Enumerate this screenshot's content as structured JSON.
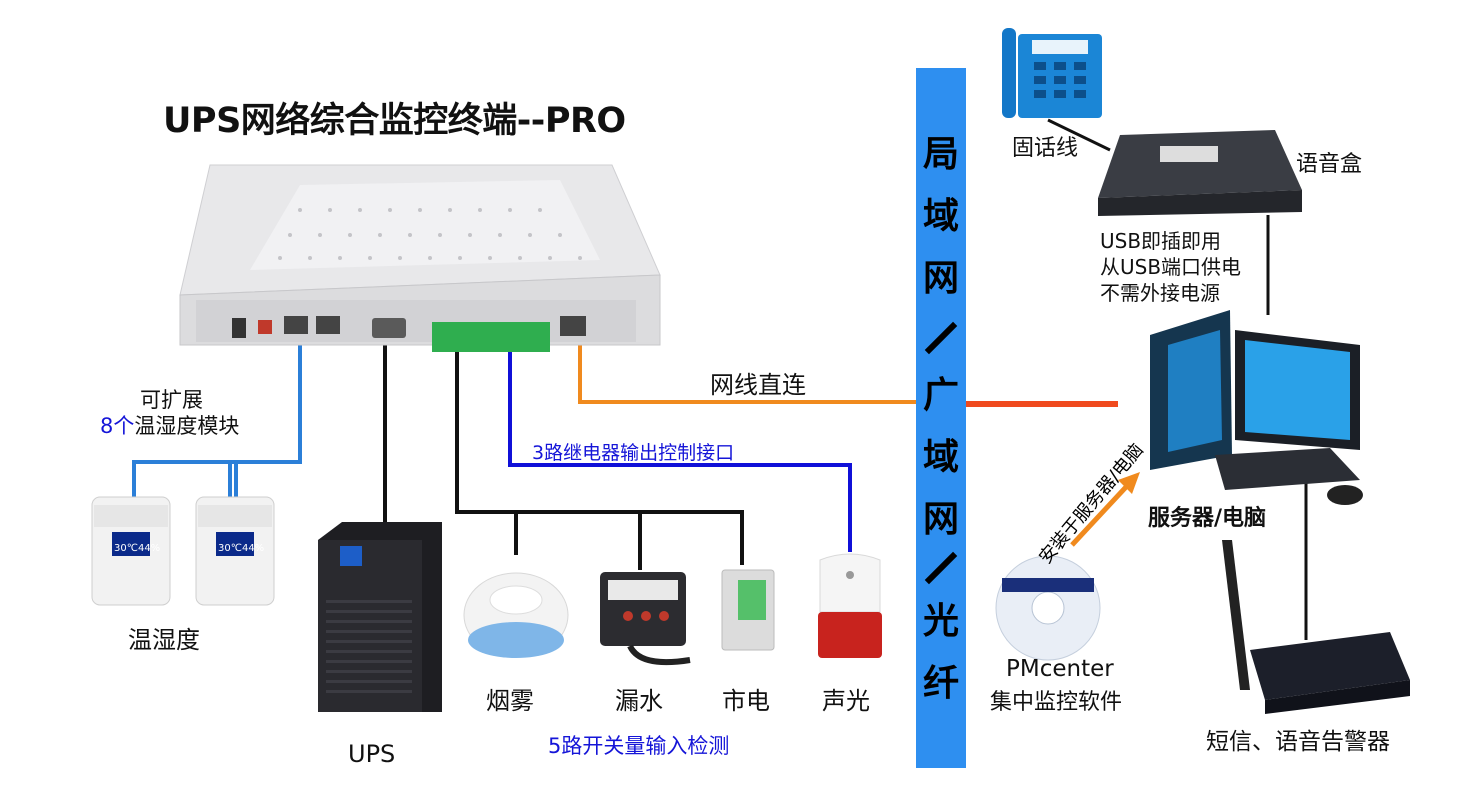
{
  "title": "UPS网络综合监控终端--PRO",
  "network_label_chars": [
    "局",
    "域",
    "网",
    "广",
    "域",
    "网",
    "光",
    "纤"
  ],
  "labels": {
    "expand_line1": "可扩展",
    "expand_count": "8个",
    "expand_rest": "温湿度模块",
    "temp_humidity": "温湿度",
    "ups": "UPS",
    "relay_output": "3路继电器输出控制接口",
    "smoke": "烟雾",
    "leak": "漏水",
    "mains": "市电",
    "alarm": "声光",
    "switch_input": "5路开关量输入检测",
    "direct_cable": "网线直连",
    "landline": "固话线",
    "voice_box": "语音盒",
    "usb_line1": "USB即插即用",
    "usb_line2": "从USB端口供电",
    "usb_line3": "不需外接电源",
    "server": "服务器/电脑",
    "install_on": "安装于服务器/电脑",
    "software_line1": "PMcenter",
    "software_line2": "集中监控软件",
    "sms_alarm": "短信、语音告警器",
    "sensor_display": "30℃44%"
  },
  "colors": {
    "network_bar": "#2e8ff0",
    "rs485_wire": "#2b7fd8",
    "relay_wire": "#1010d8",
    "ethernet_wire": "#f08a1e",
    "wan_wire": "#f04a1e",
    "black_wire": "#111111"
  },
  "icons": [
    "telephone-icon",
    "voice-box-icon",
    "computer-icon",
    "cd-icon",
    "gsm-alarm-icon",
    "smoke-detector-icon",
    "leak-detector-icon",
    "mains-module-icon",
    "strobe-alarm-icon",
    "ups-tower-icon",
    "temp-humidity-sensor-icon",
    "monitor-terminal-icon"
  ]
}
